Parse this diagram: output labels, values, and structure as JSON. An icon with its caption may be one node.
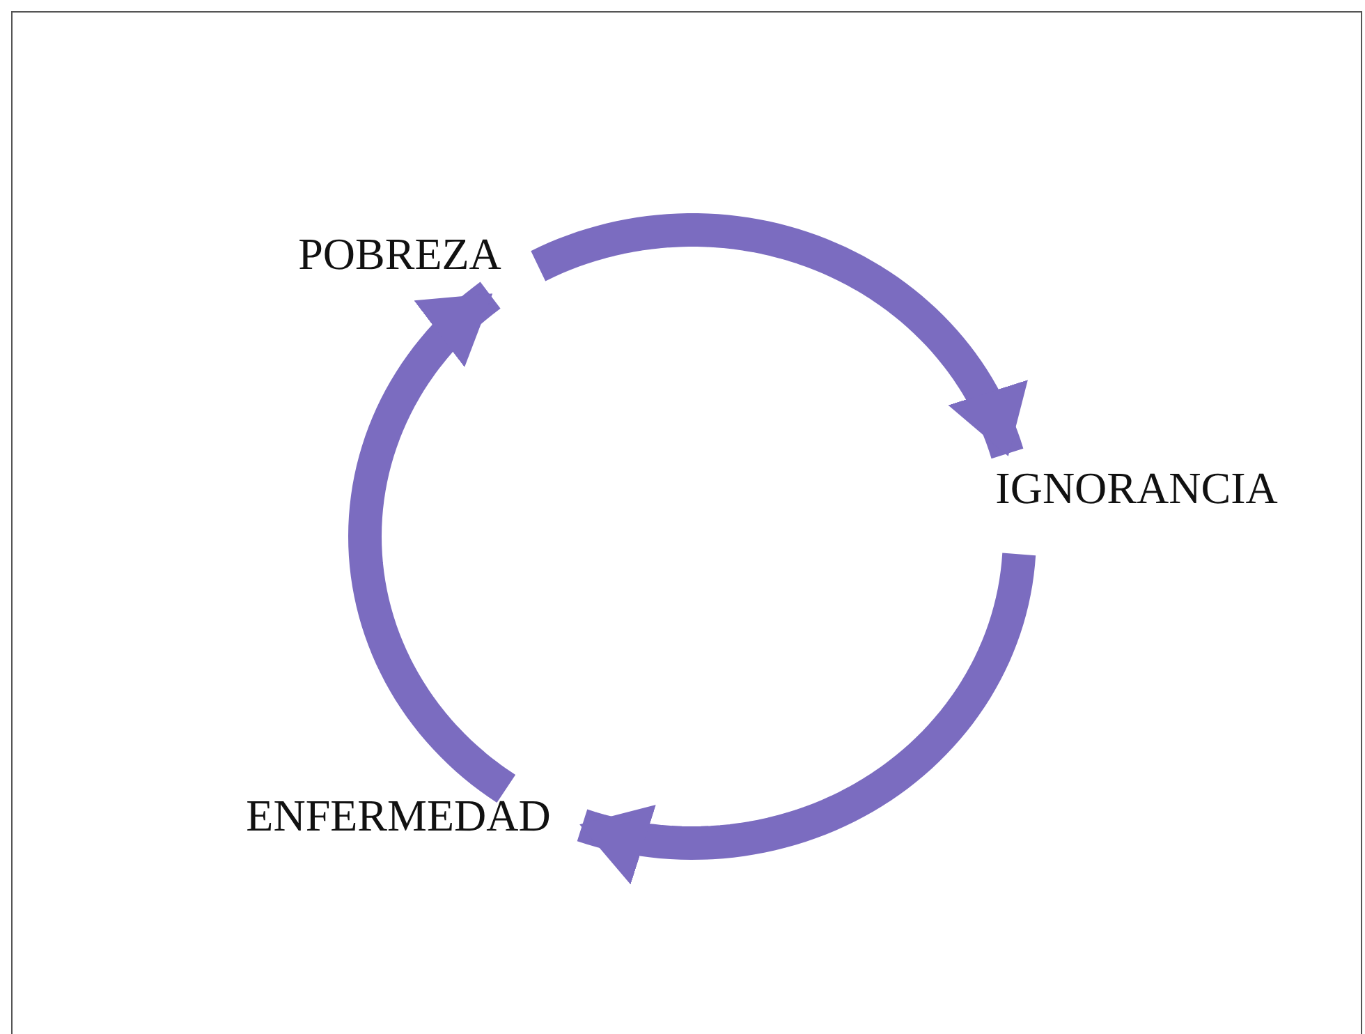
{
  "diagram": {
    "nodes": [
      {
        "text": [
          "POBREZA"
        ]
      },
      {
        "text": [
          "IGNORANCIA"
        ]
      },
      {
        "text": [
          "ENFERMEDAD"
        ]
      }
    ],
    "edges": [
      {
        "from": 0,
        "to": 1,
        "arrow": "to"
      },
      {
        "from": 1,
        "to": 2,
        "arrow": "to"
      },
      {
        "from": 2,
        "to": 0,
        "arrow": "to"
      }
    ]
  }
}
